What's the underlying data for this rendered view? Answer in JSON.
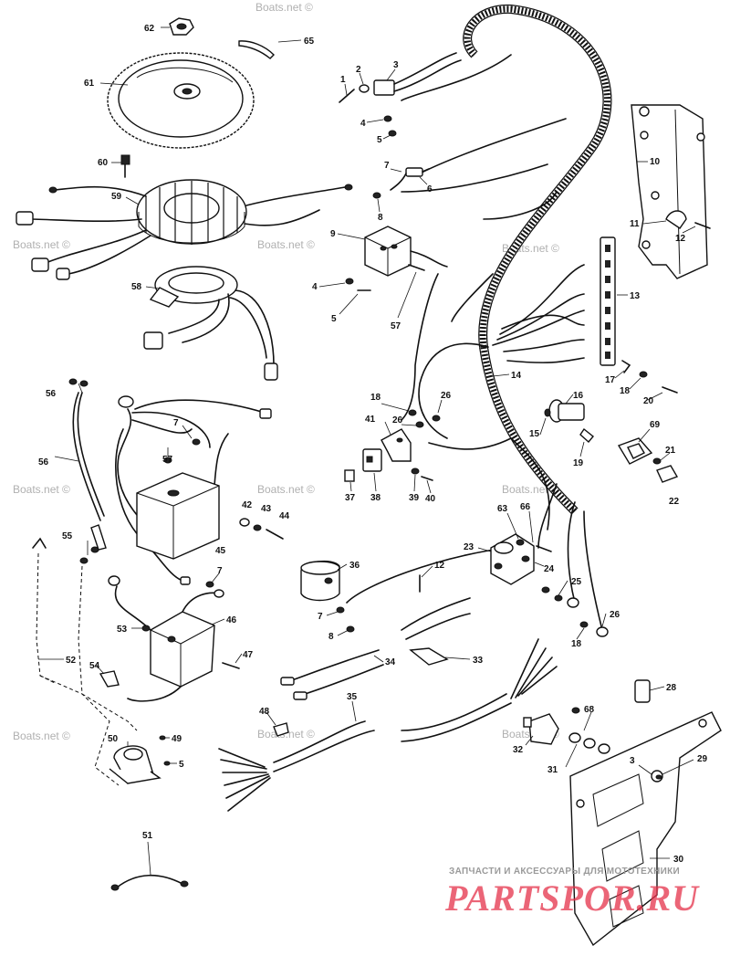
{
  "watermark": "Boats.net ©",
  "brand": {
    "tagline": "ЗАПЧАСТИ И АКСЕССУАРЫ ДЛЯ МОТОТЕХНИКИ",
    "logo": "PARTSPOR.RU"
  },
  "callouts": [
    {
      "id": "62",
      "text": "62"
    },
    {
      "id": "65",
      "text": "65"
    },
    {
      "id": "61",
      "text": "61"
    },
    {
      "id": "60",
      "text": "60"
    },
    {
      "id": "59",
      "text": "59"
    },
    {
      "id": "58",
      "text": "58"
    },
    {
      "id": "1",
      "text": "1"
    },
    {
      "id": "2",
      "text": "2"
    },
    {
      "id": "3",
      "text": "3"
    },
    {
      "id": "4a",
      "text": "4"
    },
    {
      "id": "5a",
      "text": "5"
    },
    {
      "id": "7a",
      "text": "7"
    },
    {
      "id": "6",
      "text": "6"
    },
    {
      "id": "8a",
      "text": "8"
    },
    {
      "id": "9",
      "text": "9"
    },
    {
      "id": "4b",
      "text": "4"
    },
    {
      "id": "5b",
      "text": "5"
    },
    {
      "id": "57a",
      "text": "57"
    },
    {
      "id": "10",
      "text": "10"
    },
    {
      "id": "11",
      "text": "11"
    },
    {
      "id": "12a",
      "text": "12"
    },
    {
      "id": "13",
      "text": "13"
    },
    {
      "id": "14",
      "text": "14"
    },
    {
      "id": "17",
      "text": "17"
    },
    {
      "id": "18a",
      "text": "18"
    },
    {
      "id": "20",
      "text": "20"
    },
    {
      "id": "16",
      "text": "16"
    },
    {
      "id": "15",
      "text": "15"
    },
    {
      "id": "19",
      "text": "19"
    },
    {
      "id": "69",
      "text": "69"
    },
    {
      "id": "21",
      "text": "21"
    },
    {
      "id": "22",
      "text": "22"
    },
    {
      "id": "56a",
      "text": "56"
    },
    {
      "id": "56b",
      "text": "56"
    },
    {
      "id": "7b",
      "text": "7"
    },
    {
      "id": "57b",
      "text": "57"
    },
    {
      "id": "42",
      "text": "42"
    },
    {
      "id": "43",
      "text": "43"
    },
    {
      "id": "44",
      "text": "44"
    },
    {
      "id": "45",
      "text": "45"
    },
    {
      "id": "55",
      "text": "55"
    },
    {
      "id": "18b",
      "text": "18"
    },
    {
      "id": "26a",
      "text": "26"
    },
    {
      "id": "41",
      "text": "41"
    },
    {
      "id": "26b",
      "text": "26"
    },
    {
      "id": "37",
      "text": "37"
    },
    {
      "id": "38",
      "text": "38"
    },
    {
      "id": "39",
      "text": "39"
    },
    {
      "id": "40",
      "text": "40"
    },
    {
      "id": "63",
      "text": "63"
    },
    {
      "id": "66",
      "text": "66"
    },
    {
      "id": "23",
      "text": "23"
    },
    {
      "id": "24",
      "text": "24"
    },
    {
      "id": "25",
      "text": "25"
    },
    {
      "id": "26c",
      "text": "26"
    },
    {
      "id": "18c",
      "text": "18"
    },
    {
      "id": "36",
      "text": "36"
    },
    {
      "id": "12b",
      "text": "12"
    },
    {
      "id": "7c",
      "text": "7"
    },
    {
      "id": "8b",
      "text": "8"
    },
    {
      "id": "7d",
      "text": "7"
    },
    {
      "id": "46",
      "text": "46"
    },
    {
      "id": "53",
      "text": "53"
    },
    {
      "id": "47",
      "text": "47"
    },
    {
      "id": "52",
      "text": "52"
    },
    {
      "id": "54",
      "text": "54"
    },
    {
      "id": "34",
      "text": "34"
    },
    {
      "id": "33",
      "text": "33"
    },
    {
      "id": "28",
      "text": "28"
    },
    {
      "id": "35",
      "text": "35"
    },
    {
      "id": "48",
      "text": "48"
    },
    {
      "id": "49",
      "text": "49"
    },
    {
      "id": "50",
      "text": "50"
    },
    {
      "id": "5c",
      "text": "5"
    },
    {
      "id": "68",
      "text": "68"
    },
    {
      "id": "32",
      "text": "32"
    },
    {
      "id": "3b",
      "text": "3"
    },
    {
      "id": "29",
      "text": "29"
    },
    {
      "id": "31",
      "text": "31"
    },
    {
      "id": "51",
      "text": "51"
    },
    {
      "id": "30",
      "text": "30"
    }
  ]
}
